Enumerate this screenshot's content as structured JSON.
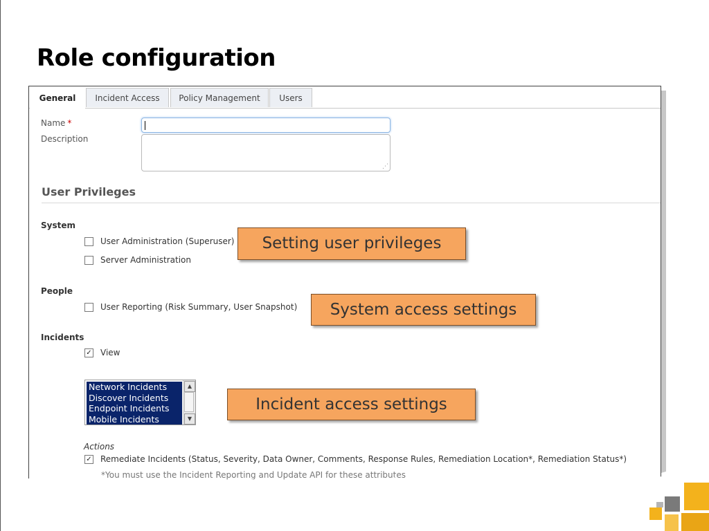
{
  "slide": {
    "title": "Role configuration"
  },
  "tabs": [
    {
      "label": "General",
      "active": true
    },
    {
      "label": "Incident Access",
      "active": false
    },
    {
      "label": "Policy Management",
      "active": false
    },
    {
      "label": "Users",
      "active": false
    }
  ],
  "form": {
    "name_label": "Name",
    "required_marker": "*",
    "name_value": "",
    "description_label": "Description",
    "description_value": ""
  },
  "privileges": {
    "heading": "User Privileges",
    "system": {
      "label": "System",
      "items": [
        {
          "label": "User Administration (Superuser)",
          "checked": false
        },
        {
          "label": "Server Administration",
          "checked": false
        }
      ]
    },
    "people": {
      "label": "People",
      "items": [
        {
          "label": "User Reporting (Risk Summary, User Snapshot)",
          "checked": false
        }
      ]
    },
    "incidents": {
      "label": "Incidents",
      "view": {
        "label": "View",
        "checked": true
      },
      "list_options": [
        "Network Incidents",
        "Discover Incidents",
        "Endpoint Incidents",
        "Mobile Incidents"
      ],
      "actions_label": "Actions",
      "remediate": {
        "label": "Remediate Incidents (Status, Severity, Data Owner, Comments, Response Rules, Remediation Location*, Remediation Status*)",
        "checked": true
      },
      "note": "*You must use the Incident Reporting and Update API for these attributes"
    }
  },
  "callouts": {
    "privileges": "Setting user privileges",
    "system": "System access settings",
    "incident": "Incident access settings"
  },
  "glyphs": {
    "check": "✓",
    "arrow_up": "▲",
    "arrow_down": "▼",
    "grip": "⋰"
  },
  "colors": {
    "callout_fill": "#f6a55e",
    "required": "#cc0000",
    "list_selected": "#0a246a",
    "deco_gold": "#f3b21c",
    "deco_gray": "#7a7a7a"
  }
}
